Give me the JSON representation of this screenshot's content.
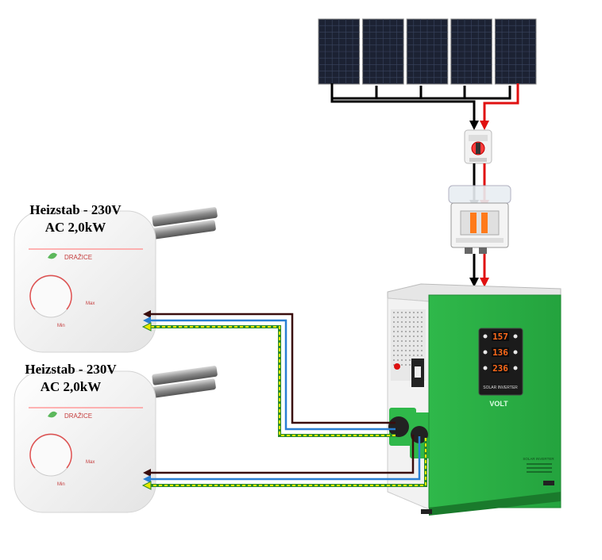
{
  "heaters": [
    {
      "label_line1": "Heizstab - 230V",
      "label_line2": "AC 2,0kW",
      "brand": "DRAŽICE",
      "dial_min": "Min",
      "dial_max": "Max"
    },
    {
      "label_line1": "Heizstab - 230V",
      "label_line2": "AC 2,0kW",
      "brand": "DRAŽICE",
      "dial_min": "Min",
      "dial_max": "Max"
    }
  ],
  "inverter": {
    "display_values": [
      "157",
      "136",
      "236"
    ],
    "panel_caption": "SOLAR INVERTER",
    "brand": "VOLT",
    "side_caption": "SOLAR INVERTER",
    "colors": {
      "body": "#2fb84a",
      "display_bg": "#1b1b1b",
      "digits": "#ff6a1a"
    }
  },
  "solar_panels": {
    "count": 5,
    "color": "#1c2233"
  },
  "wire_colors": {
    "positive": "#e01010",
    "negative": "#000000",
    "live": "#3a0d0d",
    "neutral": "#2a7fd4",
    "earth_a": "#e8e800",
    "earth_b": "#2a8a2a"
  }
}
